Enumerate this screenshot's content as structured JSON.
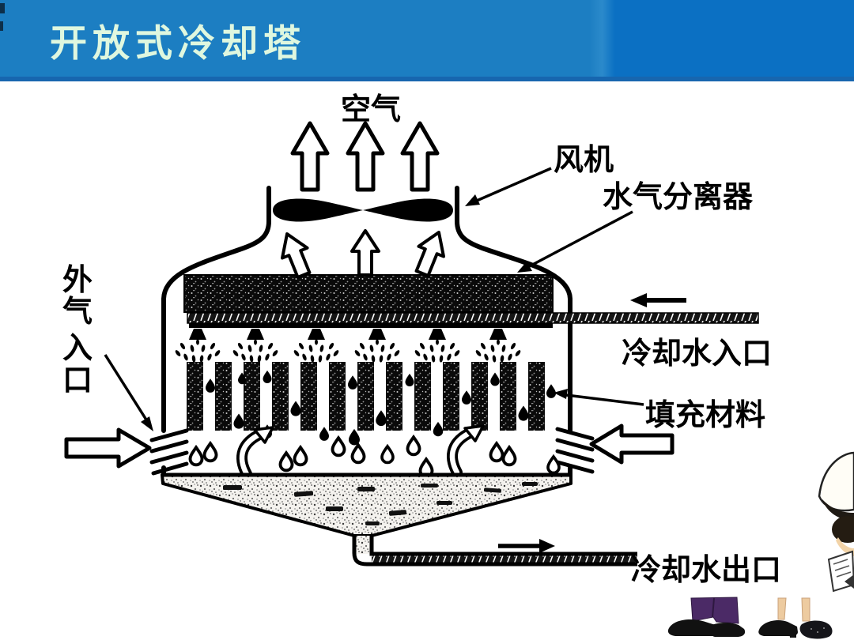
{
  "slide": {
    "title": "开放式冷却塔"
  },
  "colors": {
    "header_blue_left": "#1c7ec2",
    "header_blue_right": "#0b70c3",
    "header_bottom_strip": "#1766af",
    "title_text": "#dff7df",
    "diagram_ink": "#000000",
    "background": "#ffffff",
    "pants_purple": "#4b2a66",
    "skin_tone": "#edcba0"
  },
  "diagram": {
    "labels": {
      "air": "空气",
      "fan": "风机",
      "water_air_separator": "水气分离器",
      "outside_air_inlet_chars": [
        "外",
        "气",
        "入",
        "口"
      ],
      "cooling_water_inlet": "冷却水入口",
      "fill_material": "填充材料",
      "cooling_water_outlet": "冷却水出口"
    }
  }
}
